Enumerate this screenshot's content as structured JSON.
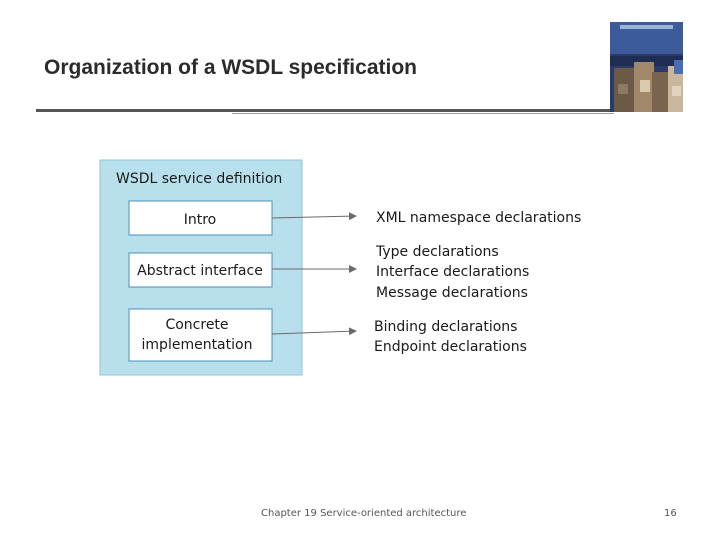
{
  "slide": {
    "title": "Organization of a WSDL specification"
  },
  "diagram": {
    "container_label": "WSDL service definition",
    "sections": [
      {
        "label_lines": [
          "Intro"
        ]
      },
      {
        "label_lines": [
          "Abstract interface"
        ]
      },
      {
        "label_lines": [
          "Concrete",
          "implementation"
        ]
      }
    ],
    "declaration_groups": [
      {
        "lines": [
          "XML namespace declarations"
        ]
      },
      {
        "lines": [
          "Type declarations",
          "Interface declarations",
          "Message declarations"
        ]
      },
      {
        "lines": [
          "Binding declarations",
          "Endpoint declarations"
        ]
      }
    ]
  },
  "footer": {
    "chapter": "Chapter 19 Service-oriented architecture",
    "page_number": "16"
  },
  "colors": {
    "container_fill": "#b7dfec",
    "container_stroke": "#8fc6d8",
    "box_fill": "#ffffff",
    "box_stroke": "#4a90b8",
    "arrow": "#6a6a6a"
  }
}
